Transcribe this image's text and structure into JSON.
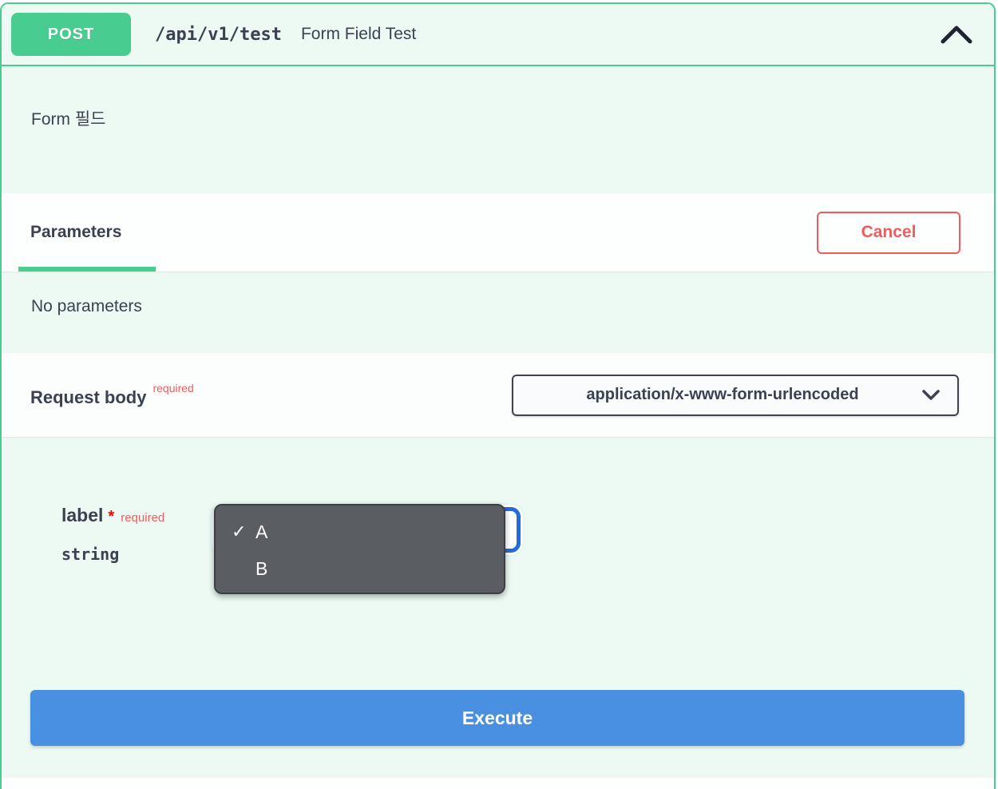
{
  "colors": {
    "method_green": "#49cc90",
    "light_green_bg": "#edfaf4",
    "execute_blue": "#4a90e2",
    "cancel_red": "#f15b5b",
    "dark_text": "#3b4151",
    "focus_ring_blue": "#1f6be0",
    "popup_gray": "#5a5e62"
  },
  "header": {
    "method": "POST",
    "path": "/api/v1/test",
    "summary": "Form Field Test"
  },
  "description": "Form 필드",
  "parameters": {
    "tab_label": "Parameters",
    "cancel_label": "Cancel",
    "empty_message": "No parameters"
  },
  "request_body": {
    "label": "Request body",
    "required_label": "required",
    "content_type": "application/x-www-form-urlencoded"
  },
  "field": {
    "name": "label",
    "asterisk": "*",
    "required_label": "required",
    "type": "string"
  },
  "dropdown": {
    "checkmark": "✓",
    "options": [
      {
        "label": "A",
        "selected": true
      },
      {
        "label": "B",
        "selected": false
      }
    ]
  },
  "execute_label": "Execute"
}
